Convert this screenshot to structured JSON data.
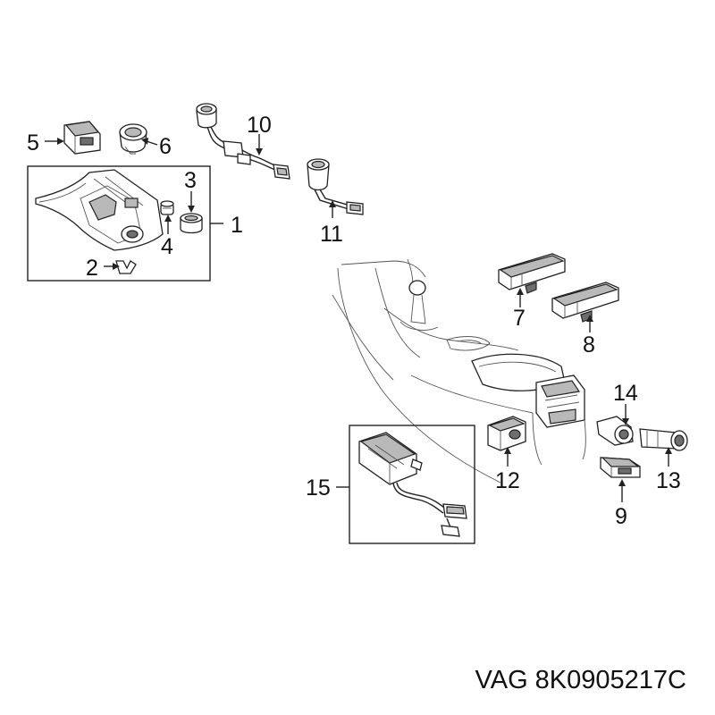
{
  "callouts": {
    "c1": "1",
    "c2": "2",
    "c3": "3",
    "c4": "4",
    "c5": "5",
    "c6": "6",
    "c7": "7",
    "c8": "8",
    "c9": "9",
    "c10": "10",
    "c11": "11",
    "c12": "12",
    "c13": "13",
    "c14": "14",
    "c15": "15"
  },
  "footer": {
    "part_number": "VAG 8K0905217C"
  },
  "colors": {
    "line": "#222222",
    "shade": "#b9b9b9",
    "background": "#ffffff"
  }
}
